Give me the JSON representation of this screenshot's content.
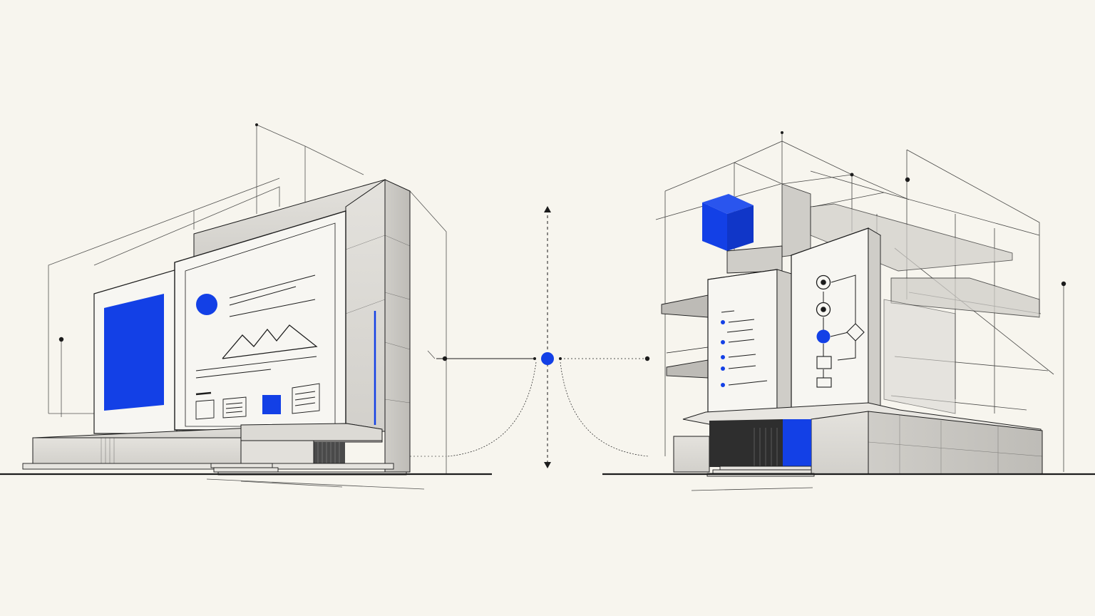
{
  "colors": {
    "paper": "#f7f5ee",
    "ink": "#1c1c1c",
    "accent": "#1340e6",
    "concrete_light": "#e8e6e1",
    "concrete_mid": "#d6d4cf",
    "concrete_dark": "#bfbdb8",
    "panel_white": "#f7f6f2"
  },
  "illustration": {
    "left_structure": {
      "kind": "concrete-building-as-document-screen",
      "screen_elements": [
        "blue-image-block",
        "blue-avatar-circle",
        "text-lines",
        "mountain-line-chart",
        "thumbnail-row"
      ]
    },
    "right_structure": {
      "kind": "open-frame-building-with-flowchart",
      "screen_elements": [
        "blue-cube",
        "bulleted-list",
        "flowchart-nodes",
        "blue-door"
      ]
    },
    "center_connector": {
      "kind": "vertical-axis-with-blue-node",
      "arrows": [
        "up",
        "down"
      ]
    }
  }
}
